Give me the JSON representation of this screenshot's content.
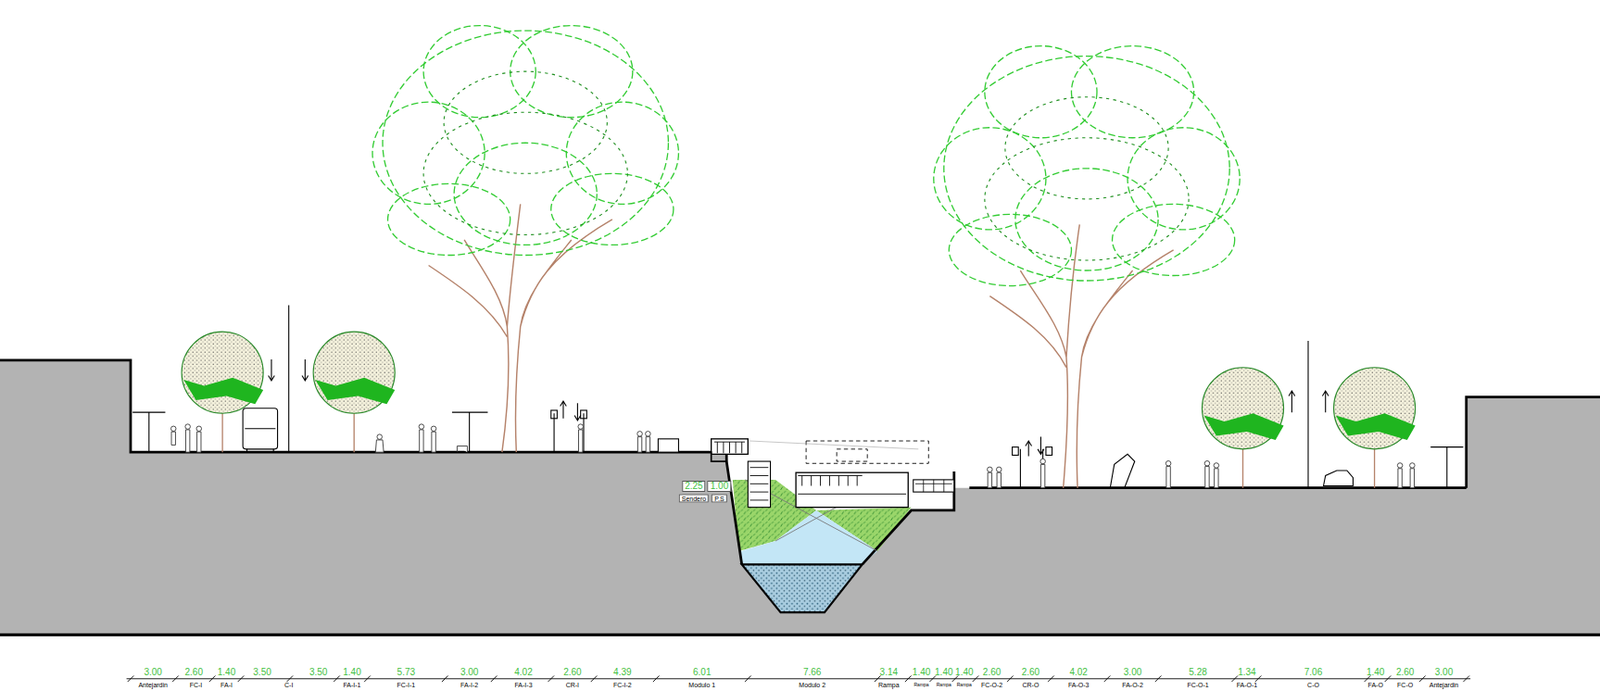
{
  "diagram": {
    "labels": [
      "2.25",
      "1.00",
      "Sendero",
      "P.S",
      "3.00",
      "2.60",
      "1.40",
      "3.50",
      "3.50",
      "1.40",
      "5.73",
      "3.00",
      "4.02",
      "2.60",
      "4.39",
      "6.01",
      "7.66",
      "3.14",
      "1.40",
      "1.40",
      "1.40",
      "2.60",
      "2.60",
      "4.02",
      "3.00",
      "5.28",
      "1.34",
      "7.06",
      "1.40",
      "2.60",
      "3.00",
      "Antejardin",
      "FC-I",
      "FA-I",
      "C-I",
      "FA-I-1",
      "FC-I-1",
      "FA-I-2",
      "FA-I-3",
      "CR-I",
      "FC-I-2",
      "Modulo 1",
      "Modulo 2",
      "Rampa",
      "Rampa",
      "Rampa",
      "Rampa",
      "FC-O-2",
      "CR-O",
      "FA-O-3",
      "FA-O-2",
      "FC-O-1",
      "FA-O-1",
      "C-O",
      "FA-O",
      "FC-O",
      "Antejardin"
    ]
  }
}
